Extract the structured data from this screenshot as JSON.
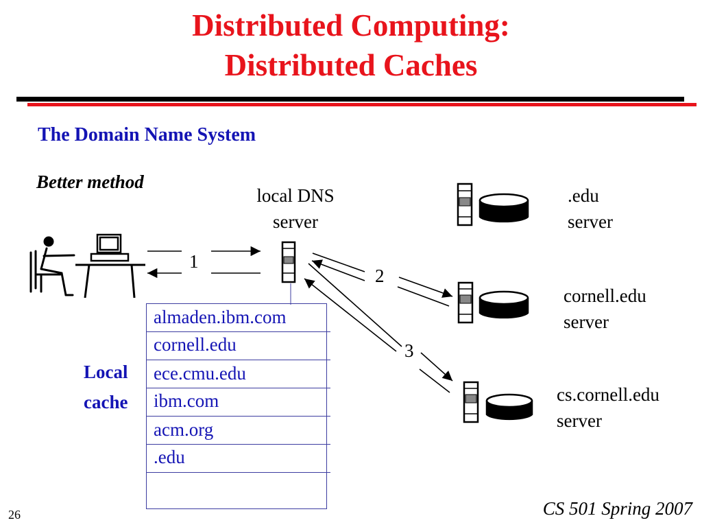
{
  "slide": {
    "title_line1": "Distributed Computing:",
    "title_line2": "Distributed Caches",
    "subtitle": "The Domain Name System",
    "method": "Better method",
    "slide_number": "26",
    "course": "CS 501 Spring 2007"
  },
  "diagram": {
    "local_dns": {
      "line1": "local DNS",
      "line2": "server"
    },
    "edu_server": {
      "line1": ".edu",
      "line2": "server"
    },
    "cornell_server": {
      "line1": "cornell.edu",
      "line2": "server"
    },
    "cs_cornell_server": {
      "line1": "cs.cornell.edu",
      "line2": "server"
    },
    "step1": "1",
    "step2": "2",
    "step3": "3"
  },
  "cache": {
    "label_line1": "Local",
    "label_line2": "cache",
    "entries": [
      "almaden.ibm.com",
      "cornell.edu",
      "ece.cmu.edu",
      "ibm.com",
      "acm.org",
      ".edu"
    ]
  },
  "colors": {
    "title": "#e8141c",
    "accent_blue": "#1414b4",
    "rule_black": "#000000",
    "rule_red": "#e8141c"
  }
}
